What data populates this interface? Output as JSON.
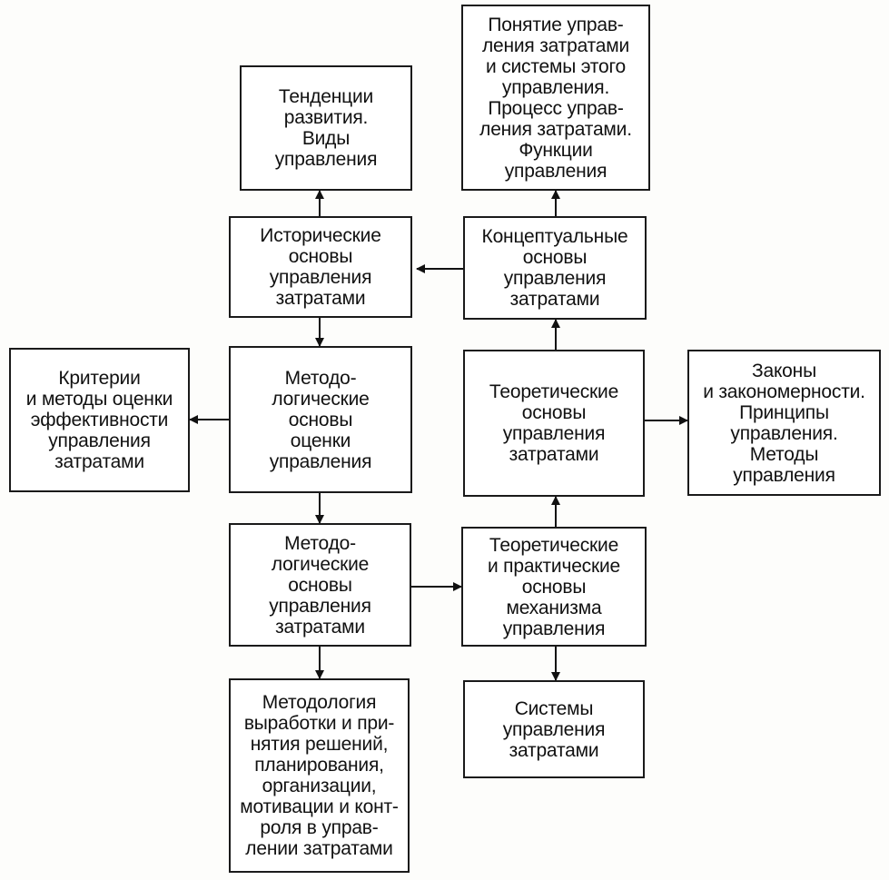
{
  "nodes": {
    "tendencies": "Тенденции\nразвития.\nВиды\nуправления",
    "concept_of_cost_management": "Понятие управ-\nления затратами\nи системы этого\nуправления.\nПроцесс управ-\nления затратами.\nФункции\nуправления",
    "historical_foundations": "Исторические\nосновы\nуправления\nзатратами",
    "conceptual_foundations": "Концептуальные\nосновы\nуправления\nзатратами",
    "criteria_and_methods": "Критерии\nи методы оценки\nэффективности\nуправления\nзатратами",
    "methodological_evaluation": "Методо-\nлогические\nосновы\nоценки\nуправления",
    "theoretical_foundations": "Теоретические\nосновы\nуправления\nзатратами",
    "laws_and_principles": "Законы\nи закономерности.\nПринципы\nуправления.\nМетоды\nуправления",
    "methodological_management": "Методо-\nлогические\nосновы\nуправления\nзатратами",
    "mechanism_foundations": "Теоретические\nи практические\nосновы\nмеханизма\nуправления",
    "decision_methodology": "Методология\nвыработки и при-\nнятия решений,\nпланирования,\nорганизации,\nмотивации и конт-\nроля в управ-\nлении затратами",
    "cost_management_systems": "Системы\nуправления\nзатратами"
  }
}
